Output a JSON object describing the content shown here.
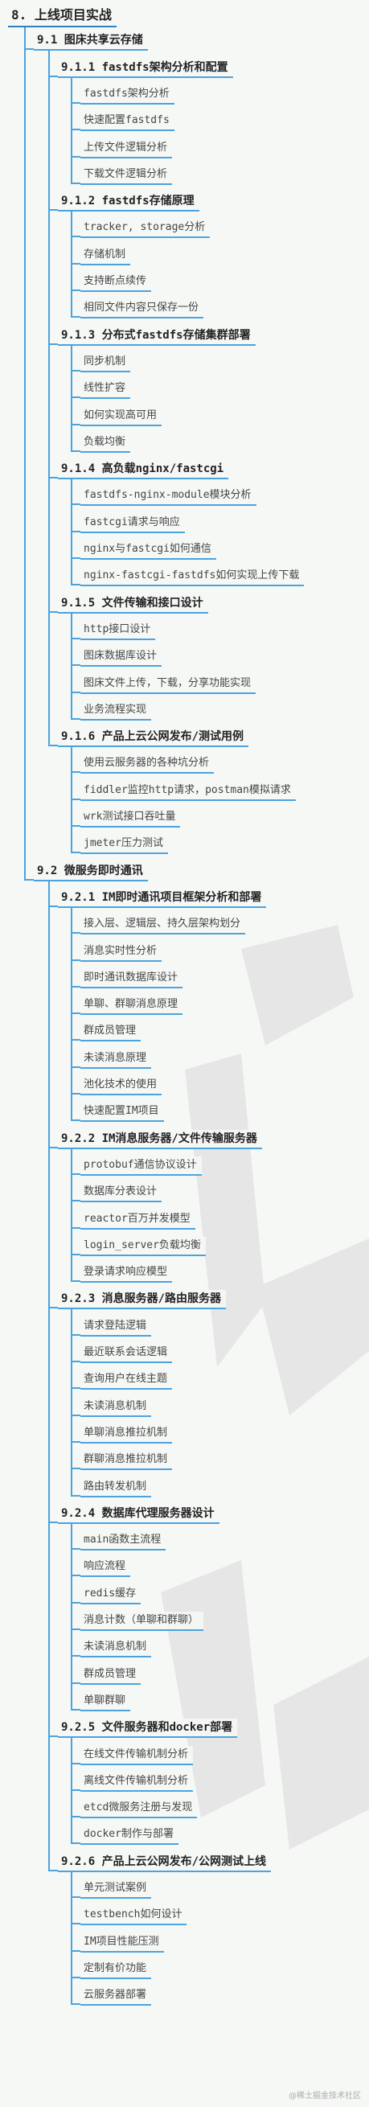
{
  "root": {
    "label": "8. 上线项目实战",
    "children": [
      {
        "label": "9.1 图床共享云存储",
        "children": [
          {
            "label": "9.1.1 fastdfs架构分析和配置",
            "children": [
              "fastdfs架构分析",
              "快速配置fastdfs",
              "上传文件逻辑分析",
              "下载文件逻辑分析"
            ]
          },
          {
            "label": "9.1.2 fastdfs存储原理",
            "children": [
              "tracker, storage分析",
              "存储机制",
              "支持断点续传",
              "相同文件内容只保存一份"
            ]
          },
          {
            "label": "9.1.3 分布式fastdfs存储集群部署",
            "children": [
              "同步机制",
              "线性扩容",
              "如何实现高可用",
              "负载均衡"
            ]
          },
          {
            "label": "9.1.4 高负载nginx/fastcgi",
            "children": [
              "fastdfs-nginx-module模块分析",
              "fastcgi请求与响应",
              "nginx与fastcgi如何通信",
              "nginx-fastcgi-fastdfs如何实现上传下载"
            ]
          },
          {
            "label": "9.1.5 文件传输和接口设计",
            "children": [
              "http接口设计",
              "图床数据库设计",
              "图床文件上传，下载，分享功能实现",
              "业务流程实现"
            ]
          },
          {
            "label": "9.1.6 产品上云公网发布/测试用例",
            "children": [
              "使用云服务器的各种坑分析",
              "fiddler监控http请求，postman模拟请求",
              "wrk测试接口吞吐量",
              "jmeter压力测试"
            ]
          }
        ]
      },
      {
        "label": "9.2 微服务即时通讯",
        "children": [
          {
            "label": "9.2.1 IM即时通讯项目框架分析和部署",
            "children": [
              "接入层、逻辑层、持久层架构划分",
              "消息实时性分析",
              "即时通讯数据库设计",
              "单聊、群聊消息原理",
              "群成员管理",
              "未读消息原理",
              "池化技术的使用",
              "快速配置IM项目"
            ]
          },
          {
            "label": "9.2.2 IM消息服务器/文件传输服务器",
            "children": [
              "protobuf通信协议设计",
              "数据库分表设计",
              "reactor百万并发模型",
              "login_server负载均衡",
              "登录请求响应模型"
            ]
          },
          {
            "label": "9.2.3 消息服务器/路由服务器",
            "children": [
              "请求登陆逻辑",
              "最近联系会话逻辑",
              "查询用户在线主题",
              "未读消息机制",
              "单聊消息推拉机制",
              "群聊消息推拉机制",
              "路由转发机制"
            ]
          },
          {
            "label": "9.2.4 数据库代理服务器设计",
            "children": [
              "main函数主流程",
              "响应流程",
              "redis缓存",
              "消息计数（单聊和群聊）",
              "未读消息机制",
              "群成员管理",
              "单聊群聊"
            ]
          },
          {
            "label": "9.2.5 文件服务器和docker部署",
            "children": [
              "在线文件传输机制分析",
              "离线文件传输机制分析",
              "etcd微服务注册与发现",
              "docker制作与部署"
            ]
          },
          {
            "label": "9.2.6 产品上云公网发布/公网测试上线",
            "children": [
              "单元测试案例",
              "testbench如何设计",
              "IM项目性能压测",
              "定制有价功能",
              "云服务器部署"
            ]
          }
        ]
      }
    ]
  },
  "footer": "@稀土掘金技术社区",
  "colors": {
    "line": "#4aa3df",
    "text": "#3b3b3b",
    "background": "#f6f8f6"
  },
  "icons": [
    "watermark-glyph"
  ]
}
